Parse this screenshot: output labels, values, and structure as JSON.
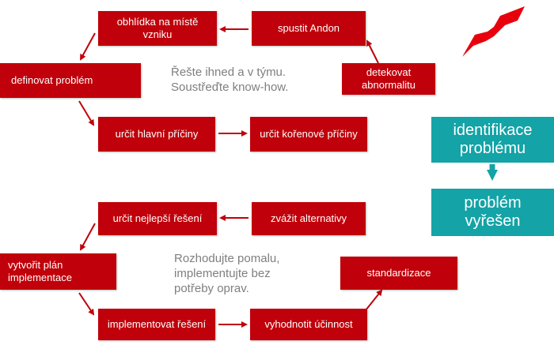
{
  "colors": {
    "box_fill": "#c0000a",
    "arrow": "#c0000a",
    "teal": "#14a3a6",
    "note_text": "#7f7f7f",
    "lightning": "#e8000d"
  },
  "problem_cycle": {
    "detect": "detekovat abnormalitu",
    "andon": "spustit Andon",
    "inspect": "obhlídka na místě vzniku",
    "define": "definovat problém",
    "main_causes": "určit hlavní příčiny",
    "root_causes": "určit kořenové příčiny",
    "note": "Řešte ihned a v týmu.\nSoustřeďte know-how."
  },
  "solution_cycle": {
    "alternatives": "zvážit alternativy",
    "best_solution": "určit nejlepší řešení",
    "plan": "vytvořit plán implementace",
    "implement": "implementovat řešení",
    "evaluate": "vyhodnotit účinnost",
    "standardize": "standardizace",
    "note": "Rozhodujte pomalu,\nimplementujte bez\npotřeby oprav."
  },
  "legend": {
    "identify": "identifikace\nproblému",
    "solved": "problém\nvyřešen"
  },
  "icons": {
    "lightning": "lightning-bolt-icon"
  }
}
